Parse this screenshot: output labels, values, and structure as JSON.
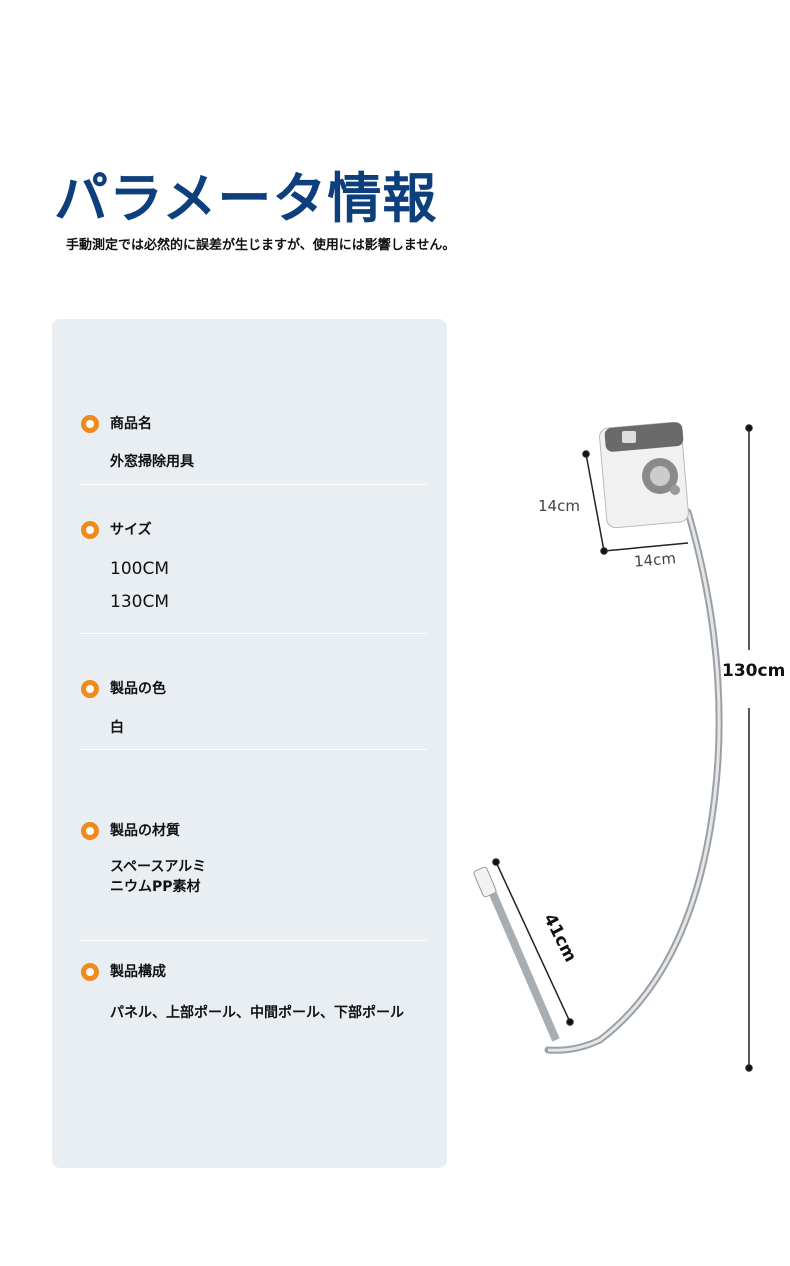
{
  "header": {
    "title": "パラメータ情報",
    "subtitle": "手動測定では必然的に誤差が生じますが、使用には影響しません。"
  },
  "specs": [
    {
      "label": "商品名",
      "values": [
        "外窓掃除用具"
      ]
    },
    {
      "label": "サイズ",
      "values": [
        "100CM",
        "130CM"
      ]
    },
    {
      "label": "製品の色",
      "values": [
        "白"
      ]
    },
    {
      "label": "製品の材質",
      "values": [
        "スペースアルミ",
        "ニウムPP素材"
      ]
    },
    {
      "label": "製品構成",
      "values": [
        "パネル、上部ポール、中間ポール、下部ポール"
      ]
    }
  ],
  "dimensions": {
    "height": "14cm",
    "width": "14cm",
    "length": "130cm",
    "handle": "41cm"
  },
  "colors": {
    "title": "#0e3f7d",
    "bullet": "#f08a1c",
    "panel": "#e9eef3"
  }
}
